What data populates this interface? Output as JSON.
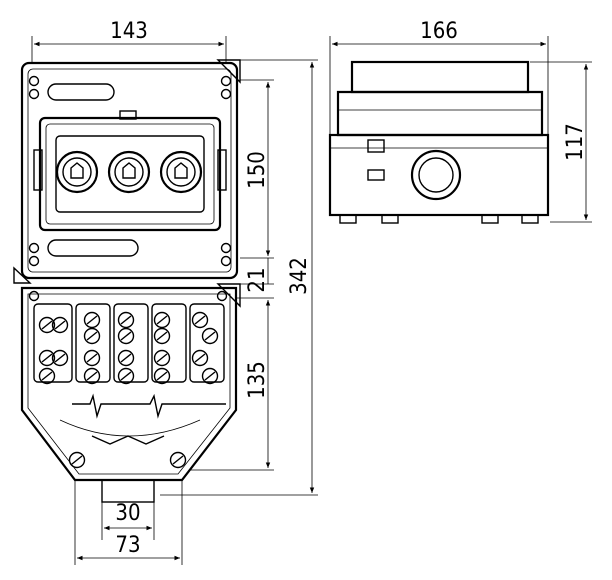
{
  "dimensions": {
    "front_width": "143",
    "side_width": "166",
    "side_height": "117",
    "cover_height": "150",
    "hinge_gap": "21",
    "total_height": "342",
    "base_height": "135",
    "gland_width": "30",
    "bottom_width": "73"
  }
}
